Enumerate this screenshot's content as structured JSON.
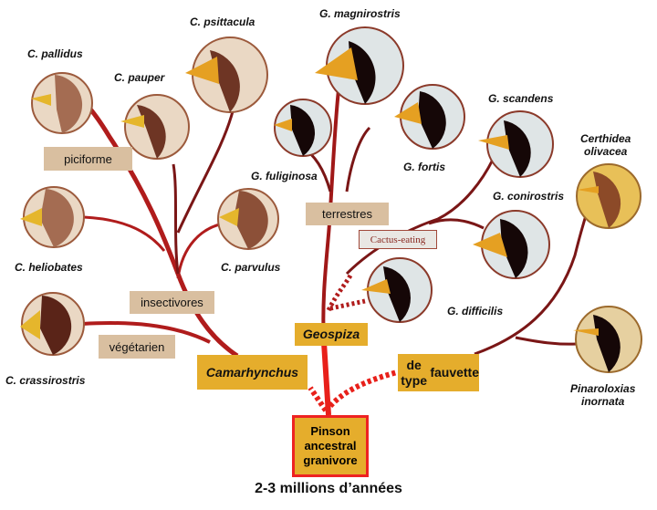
{
  "title_time": "2-3 millions d’années",
  "root": {
    "line1": "Pinson",
    "line2": "ancestral",
    "line3": "granivore"
  },
  "groups": {
    "camarhynchus": "Camarhynchus",
    "geospiza": "Geospiza",
    "warbler_line1": "de type",
    "warbler_line2": "fauvette"
  },
  "diet_tags": {
    "piciforme": "piciforme",
    "insectivores": "insectivores",
    "vegetarien": "végétarien",
    "terrestres": "terrestres",
    "cactus": "Cactus-eating"
  },
  "species": [
    {
      "id": "c-pallidus",
      "name": "C. pallidus",
      "plumage": "brown"
    },
    {
      "id": "c-pauper",
      "name": "C. pauper",
      "plumage": "dark-brown"
    },
    {
      "id": "c-psittacula",
      "name": "C. psittacula",
      "plumage": "dark-brown"
    },
    {
      "id": "c-heliobates",
      "name": "C. heliobates",
      "plumage": "brown"
    },
    {
      "id": "c-parvulus",
      "name": "C. parvulus",
      "plumage": "brown"
    },
    {
      "id": "c-crassirostris",
      "name": "C. crassirostris",
      "plumage": "dark-brown"
    },
    {
      "id": "g-magnirostris",
      "name": "G. magnirostris",
      "plumage": "black"
    },
    {
      "id": "g-fuliginosa",
      "name": "G. fuliginosa",
      "plumage": "black"
    },
    {
      "id": "g-fortis",
      "name": "G. fortis",
      "plumage": "black"
    },
    {
      "id": "g-scandens",
      "name": "G. scandens",
      "plumage": "black"
    },
    {
      "id": "g-conirostris",
      "name": "G. conirostris",
      "plumage": "black"
    },
    {
      "id": "g-difficilis",
      "name": "G. difficilis",
      "plumage": "black"
    },
    {
      "id": "certhidea",
      "name_line1": "Certhidea",
      "name_line2": "olivacea",
      "plumage": "olive"
    },
    {
      "id": "pinaroloxias",
      "name_line1": "Pinaroloxias",
      "name_line2": "inornata",
      "plumage": "black"
    }
  ],
  "colors": {
    "branch": "#8b1a1a",
    "trunk": "#e8201a",
    "group_box": "#e5ad2c",
    "diet_box": "#d9bfa0",
    "root_border": "#e22222"
  }
}
